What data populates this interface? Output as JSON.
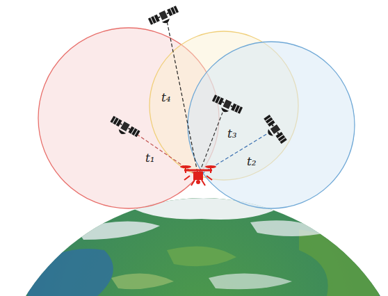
{
  "diagram": {
    "labels": [
      "t₄",
      "t₁",
      "t₃",
      "t₂"
    ]
  }
}
